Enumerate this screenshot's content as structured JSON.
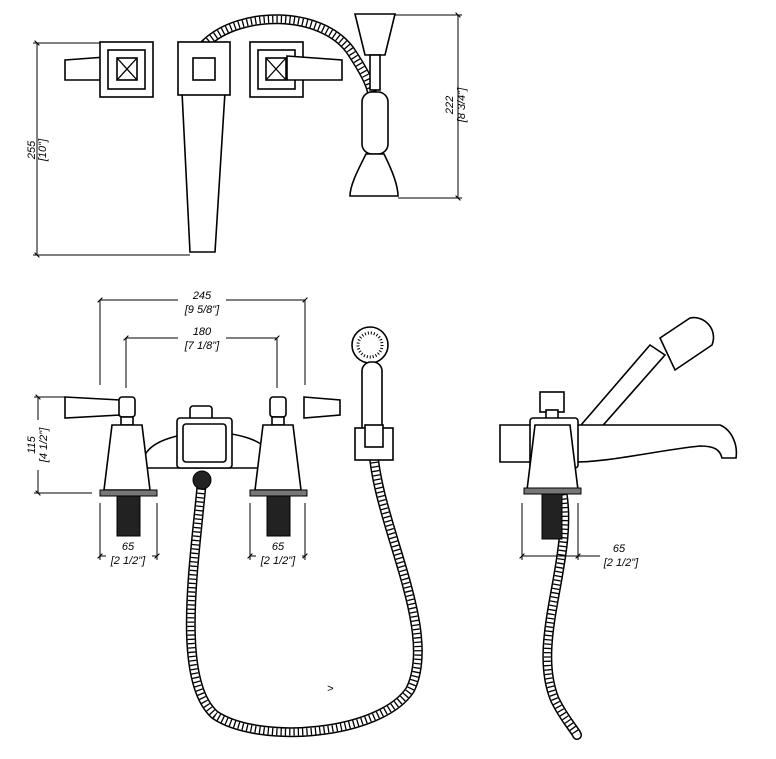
{
  "dimensions": {
    "plan_height": {
      "mm": "255",
      "inch": "[10\"]"
    },
    "plan_shower_height": {
      "mm": "222",
      "inch": "[8 3/4\"]"
    },
    "overall_width": {
      "mm": "245",
      "inch": "[9 5/8\"]"
    },
    "centers": {
      "mm": "180",
      "inch": "[7 1/8\"]"
    },
    "height": {
      "mm": "115",
      "inch": "[4 1/2\"]"
    },
    "shank_left": {
      "mm": "65",
      "inch": "[2 1/2\"]"
    },
    "shank_right": {
      "mm": "65",
      "inch": "[2 1/2\"]"
    },
    "shank_side": {
      "mm": "65",
      "inch": "[2 1/2\"]"
    }
  },
  "marker": ">"
}
